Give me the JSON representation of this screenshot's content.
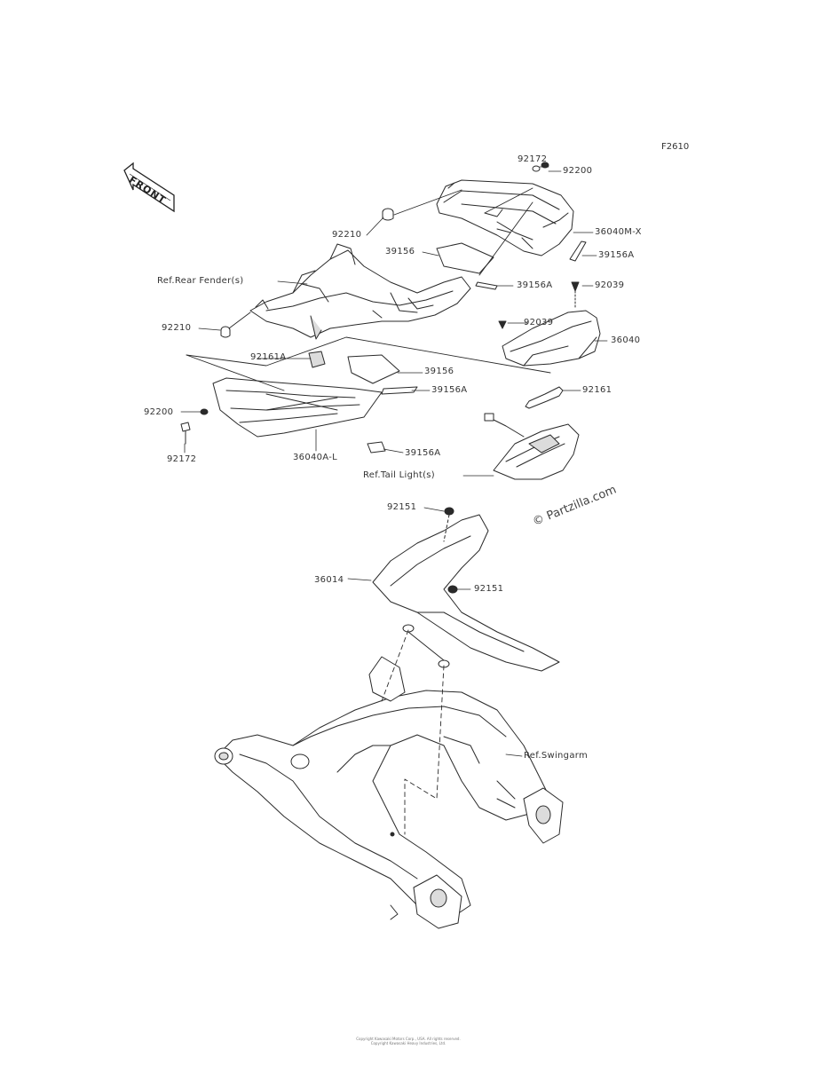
{
  "sheet_id": "F2610",
  "front_label": "FRONT",
  "watermark": "© Partzilla.com",
  "footer_lines": [
    "Copyright Kawasaki Motors Corp., USA. All rights reserved.",
    "Copyright Kawasaki Heavy Industries, Ltd."
  ],
  "labels": {
    "p92172_top": "92172",
    "p92200_top": "92200",
    "p36040M_X": "36040M-X",
    "p92210_a": "92210",
    "p39156": "39156",
    "p39156A_right": "39156A",
    "ref_rear_fender": "Ref.Rear Fender(s)",
    "p39156A_mid": "39156A",
    "p92039_right": "92039",
    "p92210_b": "92210",
    "p92039_left": "92039",
    "p36040": "36040",
    "p92161A": "92161A",
    "p39156_b": "39156",
    "p39156A_lower": "39156A",
    "p92161": "92161",
    "p92200_left": "92200",
    "p92172_left": "92172",
    "p36040A_L": "36040A-L",
    "p39156A_bottom": "39156A",
    "ref_tail_light": "Ref.Tail Light(s)",
    "p92151_top": "92151",
    "p36014": "36014",
    "p92151_right": "92151",
    "ref_swingarm": "Ref.Swingarm"
  },
  "colors": {
    "line": "#2a2a2a",
    "fill": "#ffffff",
    "shade": "#dcdcdc"
  }
}
